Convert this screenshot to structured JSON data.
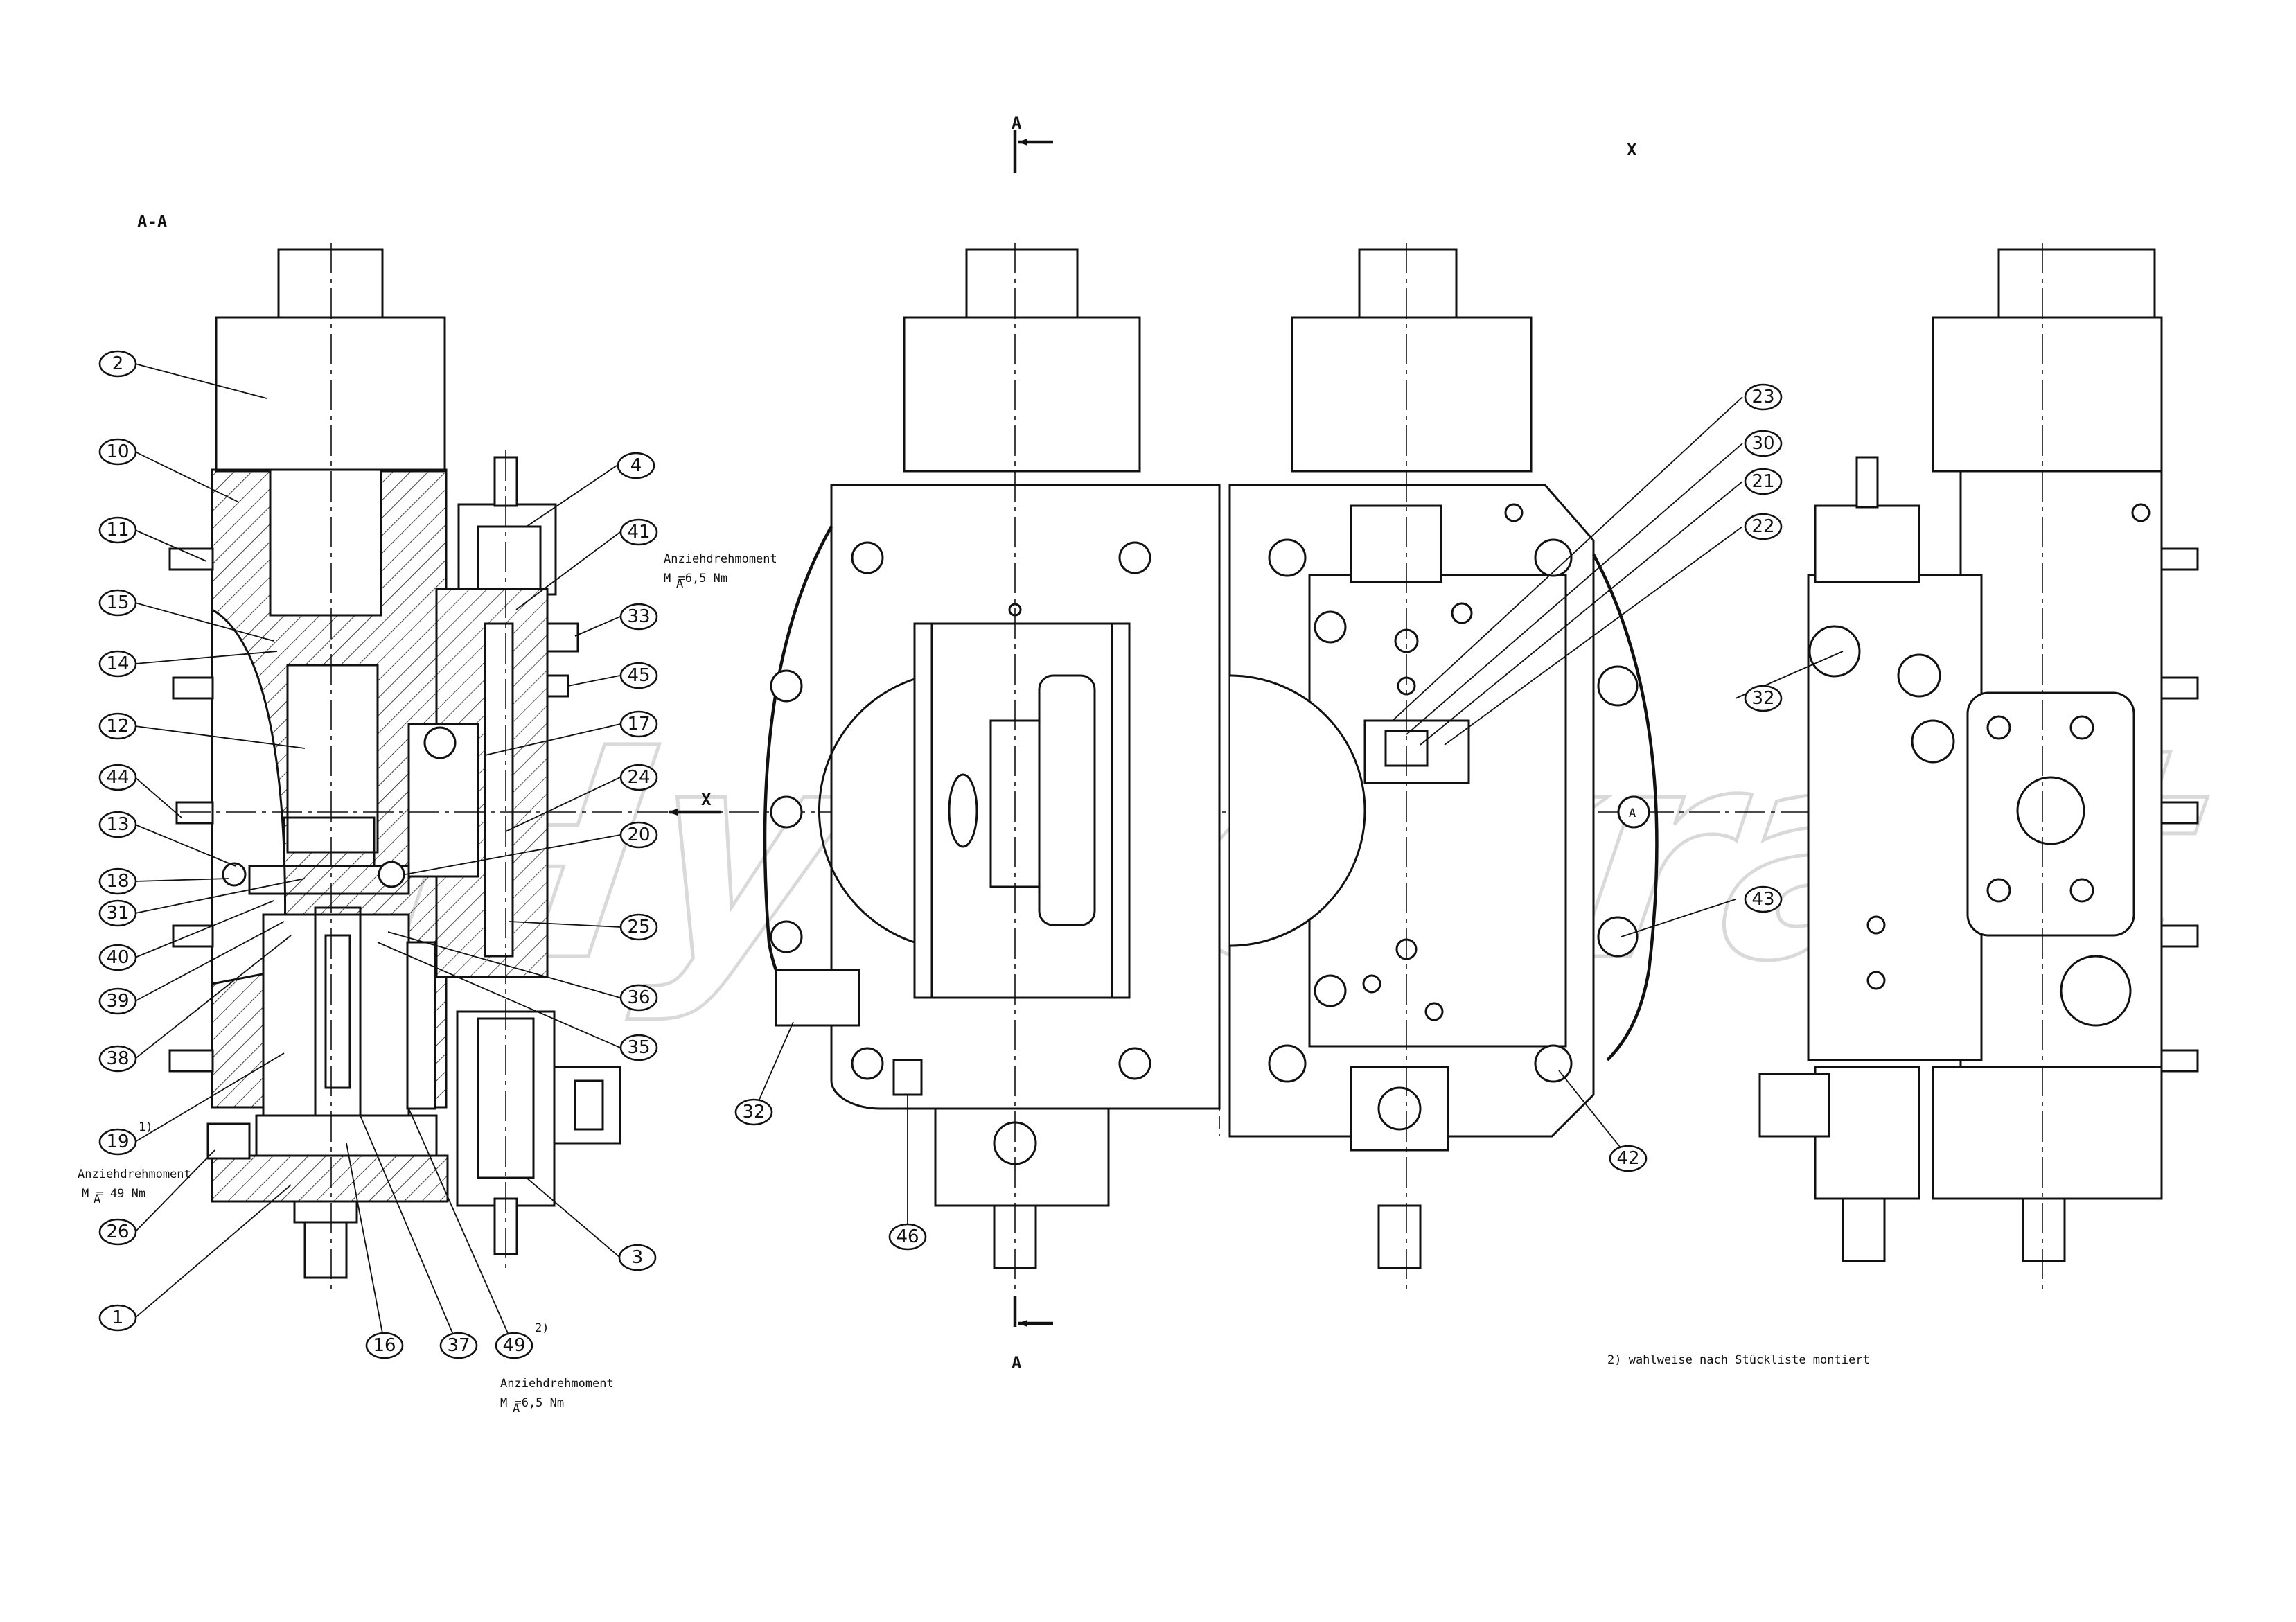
{
  "colors": {
    "line": "#111111",
    "background": "#ffffff",
    "watermark": "#d9d9d9"
  },
  "watermark": "Hydrokraft",
  "view_labels": {
    "section": "A-A",
    "cut_top": "A",
    "cut_bottom": "A",
    "view_x": "X",
    "arrow_x": "X"
  },
  "notes": {
    "torque_title": "Anziehdrehmoment",
    "torque_65": "M  =6,5 Nm",
    "torque_65_b": "M  =6,5 Nm",
    "torque_49": "M  = 49 Nm",
    "sub_a": "A",
    "sub_a2": "A",
    "sub_a3": "A",
    "footnote": "2) wahlweise nach Stückliste montiert"
  },
  "balloons": [
    {
      "id": "b2",
      "label": "2"
    },
    {
      "id": "b10",
      "label": "10"
    },
    {
      "id": "b11",
      "label": "11"
    },
    {
      "id": "b15",
      "label": "15"
    },
    {
      "id": "b14",
      "label": "14"
    },
    {
      "id": "b12",
      "label": "12"
    },
    {
      "id": "b44",
      "label": "44"
    },
    {
      "id": "b13",
      "label": "13"
    },
    {
      "id": "b18",
      "label": "18"
    },
    {
      "id": "b31",
      "label": "31"
    },
    {
      "id": "b40",
      "label": "40"
    },
    {
      "id": "b39",
      "label": "39"
    },
    {
      "id": "b38",
      "label": "38"
    },
    {
      "id": "b19",
      "label": "19"
    },
    {
      "id": "b26",
      "label": "26"
    },
    {
      "id": "b1",
      "label": "1"
    },
    {
      "id": "b16",
      "label": "16"
    },
    {
      "id": "b37",
      "label": "37"
    },
    {
      "id": "b49",
      "label": "49"
    },
    {
      "id": "b3",
      "label": "3"
    },
    {
      "id": "b4",
      "label": "4"
    },
    {
      "id": "b41",
      "label": "41"
    },
    {
      "id": "b33",
      "label": "33"
    },
    {
      "id": "b45",
      "label": "45"
    },
    {
      "id": "b17",
      "label": "17"
    },
    {
      "id": "b24",
      "label": "24"
    },
    {
      "id": "b20",
      "label": "20"
    },
    {
      "id": "b25",
      "label": "25"
    },
    {
      "id": "b36",
      "label": "36"
    },
    {
      "id": "b35",
      "label": "35"
    },
    {
      "id": "b32a",
      "label": "32"
    },
    {
      "id": "b46",
      "label": "46"
    },
    {
      "id": "b23",
      "label": "23"
    },
    {
      "id": "b30",
      "label": "30"
    },
    {
      "id": "b21",
      "label": "21"
    },
    {
      "id": "b22",
      "label": "22"
    },
    {
      "id": "b32b",
      "label": "32"
    },
    {
      "id": "b43",
      "label": "43"
    },
    {
      "id": "b42",
      "label": "42"
    }
  ],
  "superscripts": {
    "s19": "1)",
    "s49": "2)"
  }
}
